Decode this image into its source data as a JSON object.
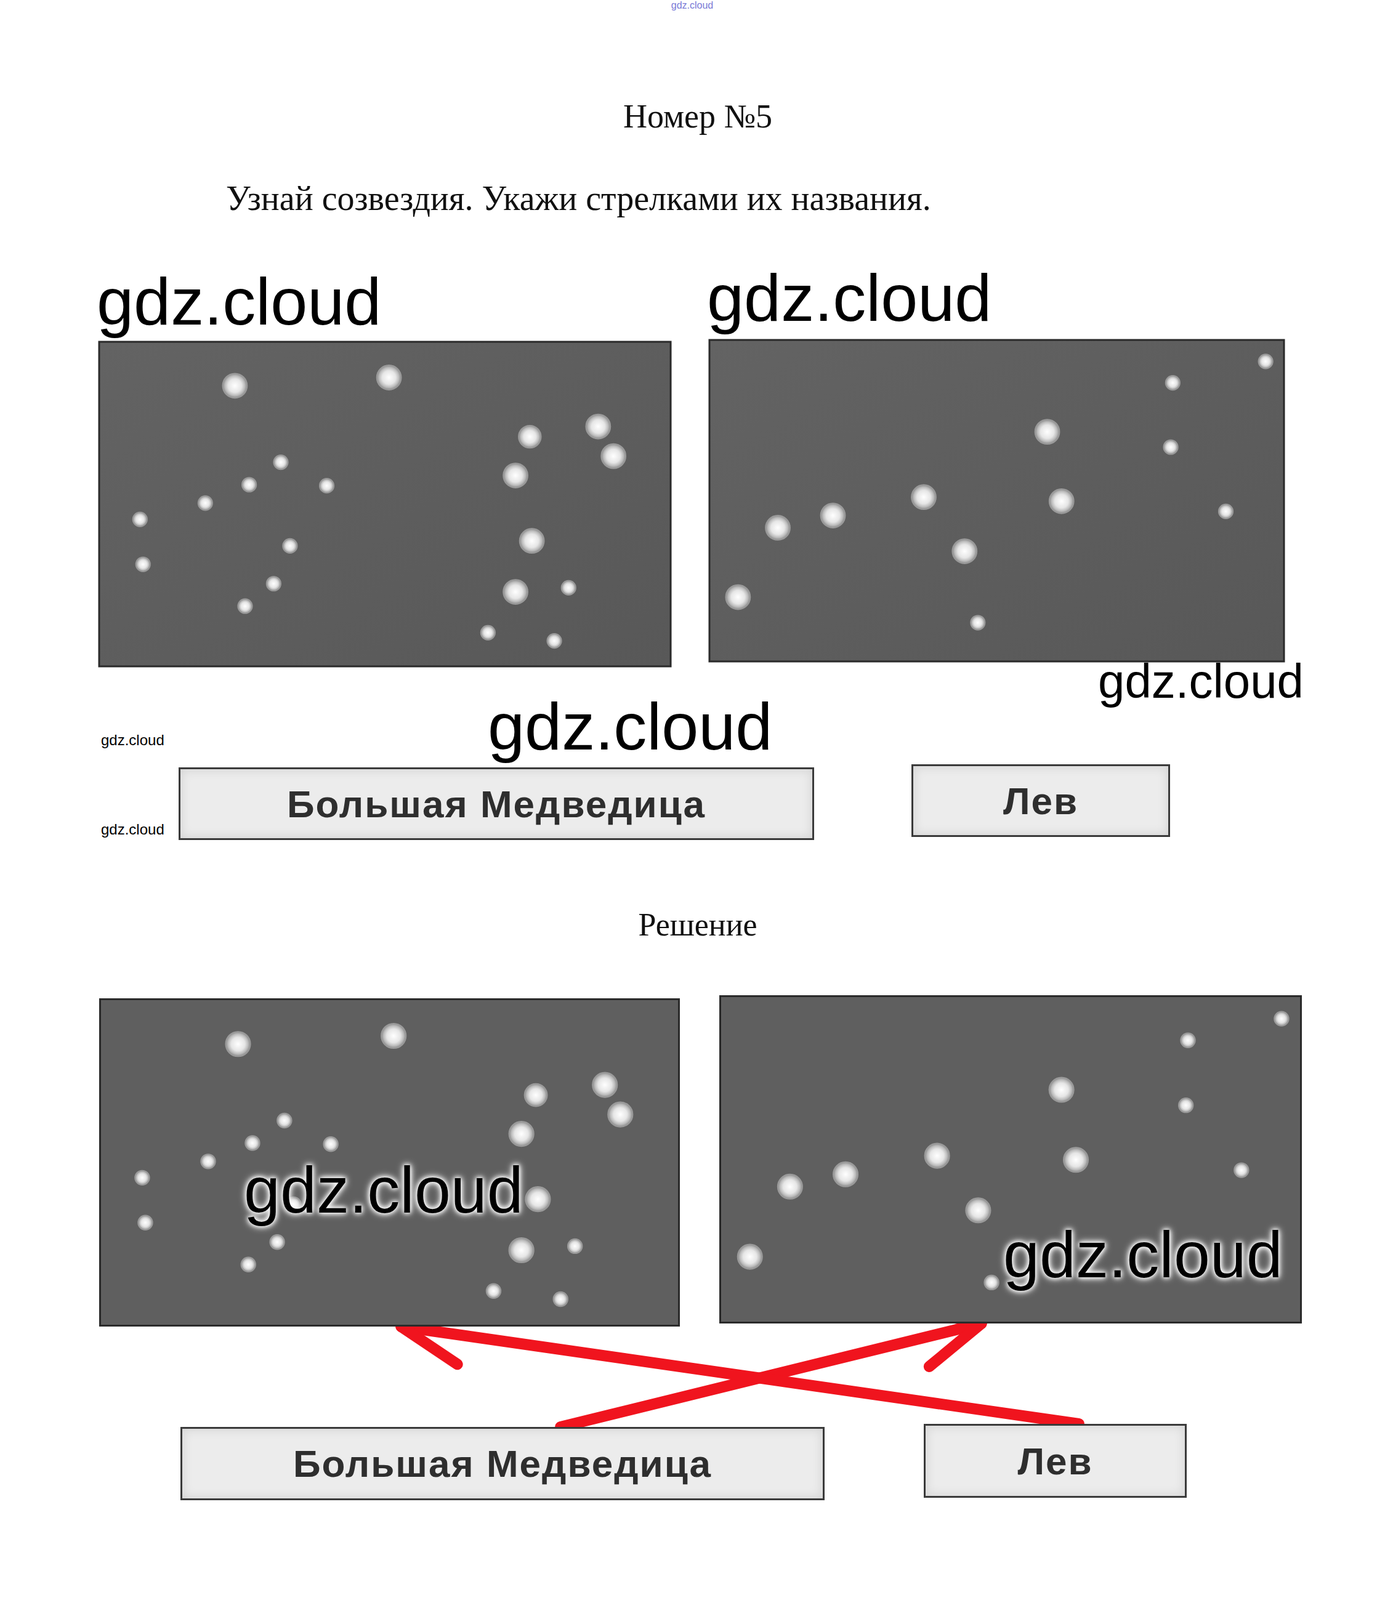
{
  "diagram": {
    "title": "Номер №5",
    "nodes": [
      {
        "text": [
          "Большая Медведица"
        ]
      },
      {
        "text": [
          "Лев"
        ]
      },
      {
        "text": [
          "gdz.cloud"
        ]
      },
      {
        "text": [
          "gdz.cloud"
        ]
      },
      {
        "text": [
          "Большая Медведица"
        ]
      },
      {
        "text": [
          "Лев"
        ]
      }
    ],
    "edges": [
      {
        "from": 4,
        "to": 3,
        "arrow": "to"
      },
      {
        "from": 5,
        "to": 2,
        "arrow": "to"
      }
    ],
    "labels": [
      "gdz.cloud",
      "Узнай созвездия. Укажи стрелками их названия.",
      "gdz.cloud",
      "gdz.cloud",
      "gdz.cloud",
      "gdz.cloud",
      "gdz.cloud",
      "gdz.cloud",
      "Решение"
    ]
  }
}
